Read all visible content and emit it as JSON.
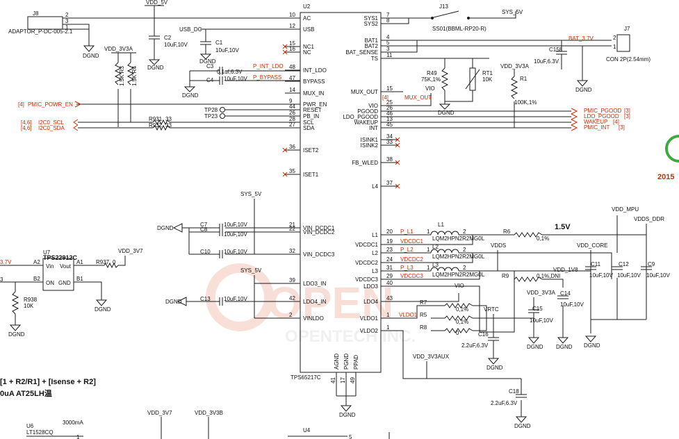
{
  "ic": {
    "ref": "U2",
    "part": "TPS65217C",
    "left_pins": [
      {
        "num": "10",
        "name": "AC"
      },
      {
        "num": "12",
        "name": "USB"
      },
      {
        "num": "15",
        "name": "NC1"
      },
      {
        "num": "16",
        "name": "NC"
      },
      {
        "num": "48",
        "name": "INT_LDO"
      },
      {
        "num": "47",
        "name": "BYPASS"
      },
      {
        "num": "14",
        "name": "MUX_IN"
      },
      {
        "num": "9",
        "name": "PWR_EN"
      },
      {
        "num": "44",
        "name": "RESET"
      },
      {
        "num": "26",
        "name": "PB_IN"
      },
      {
        "num": "28",
        "name": "SCL"
      },
      {
        "num": "27",
        "name": "SDA"
      },
      {
        "num": "36",
        "name": "ISET2"
      },
      {
        "num": "35",
        "name": "ISET1"
      },
      {
        "num": "21",
        "name": "VIN_DCDC1"
      },
      {
        "num": "22",
        "name": "VIN_DCDC2"
      },
      {
        "num": "32",
        "name": "VIN_DCDC3"
      },
      {
        "num": "39",
        "name": "LDO3_IN"
      },
      {
        "num": "42",
        "name": "LDO4_IN"
      },
      {
        "num": "2",
        "name": "VINLDO"
      }
    ],
    "right_pins": [
      {
        "num": "7",
        "name": "SYS1"
      },
      {
        "num": "8",
        "name": "SYS2"
      },
      {
        "num": "4",
        "name": "BAT1"
      },
      {
        "num": "5",
        "name": "BAT2"
      },
      {
        "num": "3",
        "name": "BAT_SENSE"
      },
      {
        "num": "11",
        "name": "TS"
      },
      {
        "num": "15",
        "name": "MUX_OUT"
      },
      {
        "num": "25",
        "name": "VIO"
      },
      {
        "num": "26",
        "name": "PGOOD"
      },
      {
        "num": "46",
        "name": "LDO_PGOOD"
      },
      {
        "num": "13",
        "name": "WAKEUP"
      },
      {
        "num": "45",
        "name": "INT"
      },
      {
        "num": "34",
        "name": "ISINK1"
      },
      {
        "num": "33",
        "name": "ISINK2"
      },
      {
        "num": "38",
        "name": "FB_WLED"
      },
      {
        "num": "37",
        "name": "L4"
      },
      {
        "num": "20",
        "name": "L1"
      },
      {
        "num": "19",
        "name": "VDCDC1"
      },
      {
        "num": "23",
        "name": "L2"
      },
      {
        "num": "24",
        "name": "VDCDC2"
      },
      {
        "num": "31",
        "name": "L3"
      },
      {
        "num": "29",
        "name": "VDCDC3"
      },
      {
        "num": "40",
        "name": "LDO3"
      },
      {
        "num": "43",
        "name": "LDO4"
      },
      {
        "num": "1",
        "name": "VLDO1"
      },
      {
        "num": "1",
        "name": "VLDO2"
      }
    ],
    "bottom_pins": [
      {
        "num": "41",
        "name": "AGND"
      },
      {
        "num": "17",
        "name": "PGND"
      },
      {
        "num": "49",
        "name": "PPAD"
      }
    ]
  },
  "black_labels": {
    "vdd5v_top": "VDD_5V",
    "j8": "J8",
    "j8_part": "ADAPTOR_P-DC-005-2.1",
    "j8_p2": "2",
    "j8_p3": "3",
    "j8_p1": "1",
    "c2": "C2",
    "c2_val": "10uF,10V",
    "vdd3v3a_1": "VDD_3V3A",
    "r3": "1.5K R3",
    "r4": "1.5K R4",
    "usb_dc": "USB_DC",
    "c1": "C1",
    "c1_val": "10uF,10V",
    "c3": "C3",
    "c3_val": "0.1uf,6.3V",
    "c4": "C4",
    "c4_val": "10uF,10V",
    "tp28": "TP28",
    "tp23": "TP23",
    "r931": "R931",
    "r932": "R932",
    "r931_val": "33",
    "r932_val": "33",
    "j13": "J13",
    "j13_part": "SS01(BBML-RP20-R)",
    "sys5v_1": "SYS_5V",
    "j7": "J7",
    "j7_part": "CON 2P(2.54mm)",
    "c158": "C158",
    "c158_val": "10uF,6.3V",
    "j7_p2": "2",
    "j7_p1": "1",
    "r49": "R49",
    "r49_val": "75K,1%",
    "rt1": "RT1",
    "rt1_val": "10K",
    "vdd3v3a_2": "VDD_3V3A",
    "r1": "R1",
    "r1_val": "100K,1%",
    "vio_1": "VIO",
    "sys5v_2": "SYS_5V",
    "c7": "C7",
    "c7_val": "10uF,10V",
    "c8": "C8",
    "c8_val": "10uF,10V",
    "c10": "C10",
    "c10_val": "10uF,10V",
    "sys5v_3": "SYS_5V",
    "c13": "C13",
    "c13_val": "10uF,10V",
    "l1": "L1",
    "l1_part": "LQM2HPN2R2MG0L",
    "l2": "L2",
    "l2_part": "LQM2HPN2R2MG0L",
    "l3": "L3",
    "l3_part": "LQM2HPN2R2MG0L",
    "r6": "R6",
    "r6_val": "0,1%",
    "v15": "1.5V",
    "vdds_ddr": "VDDS_DDR",
    "vdd_mpu": "VDD_MPU",
    "vdds": "VDDS",
    "vdd_core": "VDD_CORE",
    "c11": "C11",
    "c11_val": "10uF,10V",
    "c12": "C12",
    "c12_val": "10uF,10V",
    "c9": "C9",
    "c9_val": "10uF,10V",
    "r9": "R9",
    "r9_val": "0,1%,DNI",
    "vdd1v8": "VDD_1V8",
    "c14": "C14",
    "c14_val": "10uF,10V",
    "vio_2": "VIO",
    "vdd3v3a_3": "VDD_3V3A",
    "c15": "C15",
    "c15_val": "10uF,10V",
    "r7": "R7",
    "r7_val": "0,1%",
    "r5": "R5",
    "r5_val": "0,1%",
    "r8": "R8",
    "r8_val": "0",
    "vrtc": "VRTC",
    "c16": "C16",
    "c16_val": "2.2uF,6.3V",
    "vdd3v3aux": "VDD_3V3AUX",
    "c18": "C18",
    "c18_val": "2.2uF,6.3V",
    "u7": "U7",
    "u7_part": "TPS22912C",
    "u7_vin": "Vin",
    "u7_vout": "Vout",
    "u7_on": "ON",
    "u7_gnd": "GND",
    "u7_a2": "A2",
    "u7_a1": "A1",
    "u7_b2": "B2",
    "u7_b1": "B1",
    "vdd3v7_1": "VDD_3V7",
    "r937": "R937",
    "r937_val": "0",
    "r938": "R938",
    "r938_val": "10K",
    "u6": "U6",
    "u6_part": "LT1528CQ",
    "ma3000": "3000mA",
    "vdd3v7_2": "VDD_3V7",
    "vdd3v3b": "VDD_3V3B",
    "u4": "U4",
    "formula": "[1 + R2/R1] + [Isense + R2]",
    "formula2": "0uA AT25LH温",
    "cutoff": "2015",
    "edge3": "3",
    "pn1": "1",
    "pn2": "2",
    "pn5": "5",
    "p3v7": "3.7V"
  },
  "red_labels": {
    "pmic_powr_en": "PMIC_POWR_EN",
    "pmic_powr_en_ref": "[4]",
    "i2c_scl": "I2C0_SCL",
    "i2c_sda": "I2C0_SDA",
    "i2c_ref1": "[4,6]",
    "i2c_ref2": "[4,6]",
    "p_int_ldo": "P_INT_LDO",
    "p_bypass": "P_BYPASS",
    "mux_out": "MUX_OUT",
    "mux_ref": "[4]",
    "bat_3v7": "BAT_3.7V",
    "pmic_pgood": "PMIC_PGOOD",
    "pgood_ref": "[3]",
    "ldo_pgood": "LDO_PGOOD",
    "ldo_pgood_ref": "[3]",
    "wakeup": "WAKEUP",
    "wakeup_ref": "[4]",
    "pmic_int": "PMIC_INT",
    "int_ref": "[3]",
    "p_l1": "P_L1",
    "vdcdc1": "VDCDC1",
    "p_l2": "P_L2",
    "vdcdc2": "VDCDC2",
    "p_l3": "P_L3",
    "vdcdc3": "VDCDC3",
    "vldo1": "VLDO1"
  },
  "grounds": {
    "dgnd": "DGND",
    "agnd_net": "DGND"
  },
  "watermark": {
    "main": "OPEN",
    "sub": "OPENTECH INC."
  },
  "colors": {
    "wire": "#1a1a1a",
    "net_red": "#d42a00",
    "watermark": "#f2c6b8",
    "badge_green": "#3caa3c"
  }
}
